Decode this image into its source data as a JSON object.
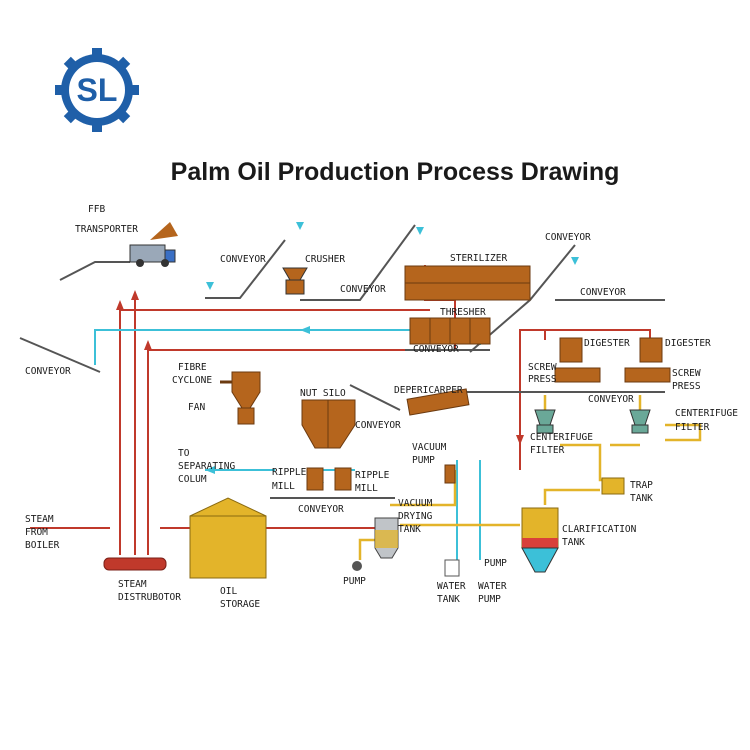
{
  "title": "Palm Oil Production Process Drawing",
  "logo": {
    "text": "SL",
    "color": "#1f5fa8"
  },
  "colors": {
    "steam": "#c0392b",
    "water": "#3cc0d8",
    "oil": "#e3b42a",
    "equipment": "#b5651d",
    "pipe": "#333333"
  },
  "labels": {
    "ffb_transporter": [
      "FFB",
      "TRANSPORTER"
    ],
    "conveyor_1": "CONVEYOR",
    "crusher": "CRUSHER",
    "conveyor_2": "CONVEYOR",
    "sterilizer": "STERILIZER",
    "conveyor_3": "CONVEYOR",
    "conveyor_4": "CONVEYOR",
    "thresher": "THRESHER",
    "conveyor_5": "CONVEYOR",
    "conveyor_left": "CONVEYOR",
    "digester_1": "DIGESTER",
    "digester_2": "DIGESTER",
    "screw_press_1": [
      "SCREW",
      "PRESS"
    ],
    "screw_press_2": [
      "SCREW",
      "PRESS"
    ],
    "fibre_cyclone": [
      "FIBRE",
      "CYCLONE"
    ],
    "fan": "FAN",
    "nut_silo": "NUT SILO",
    "depericarper": "DEPERICARPER",
    "conveyor_6": "CONVEYOR",
    "conveyor_7": "CONVEYOR",
    "centerifuge_filter_1": [
      "CENTERIFUGE",
      "FILTER"
    ],
    "centerifuge_filter_2": [
      "CENTERIFUGE",
      "FILTER"
    ],
    "to_separating_colum": [
      "TO",
      "SEPARATING",
      "COLUM"
    ],
    "ripple_mill_1": [
      "RIPPLE",
      "MILL"
    ],
    "ripple_mill_2": [
      "RIPPLE",
      "MILL"
    ],
    "vacuum_pump": [
      "VACUUM",
      "PUMP"
    ],
    "trap_tank": [
      "TRAP",
      "TANK"
    ],
    "conveyor_8": "CONVEYOR",
    "steam_from_boiler": [
      "STEAM",
      "FROM",
      "BOILER"
    ],
    "vacuum_drying_tank": [
      "VACUUM",
      "DRYING",
      "TANK"
    ],
    "clarification_tank": [
      "CLARIFICATION",
      "TANK"
    ],
    "pump_1": "PUMP",
    "pump_2": "PUMP",
    "steam_distributor": [
      "STEAM",
      "DISTRUBOTOR"
    ],
    "oil_storage": [
      "OIL",
      "STORAGE"
    ],
    "water_tank": [
      "WATER",
      "TANK"
    ],
    "water_pump": [
      "WATER",
      "PUMP"
    ]
  }
}
